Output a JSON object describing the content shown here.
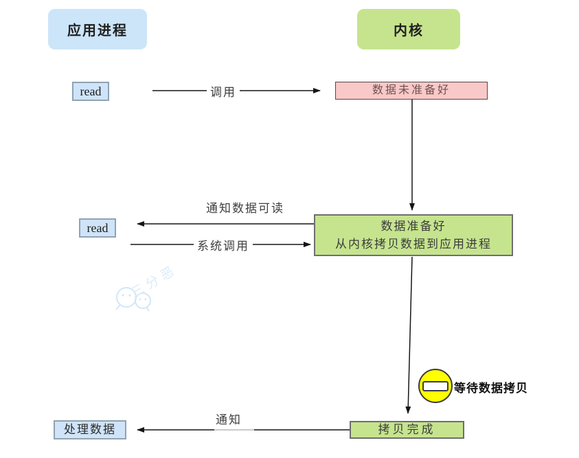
{
  "diagram": {
    "columns": {
      "app_process": "应用进程",
      "kernel": "内核"
    },
    "nodes": {
      "read_call_1": "read",
      "read_call_2": "read",
      "data_not_ready": "数据未准备好",
      "data_ready_line1": "数据准备好",
      "data_ready_line2": "从内核拷贝数据到应用进程",
      "copy_done": "拷贝完成",
      "process_data": "处理数据"
    },
    "edge_labels": {
      "call": "调用",
      "notify_readable": "通知数据可读",
      "system_call": "系统调用",
      "wait_copy": "等待数据拷贝",
      "notify": "通知"
    },
    "watermark": "三分恶",
    "colors": {
      "app_blue": "#cce5f8",
      "read_blue": "#cfe4f8",
      "kernel_green": "#c6e48e",
      "not_ready_pink": "#f9c8c8",
      "wait_yellow": "#ffff00",
      "arrow_black": "#151515",
      "watermark_blue": "#dcebfa"
    }
  }
}
